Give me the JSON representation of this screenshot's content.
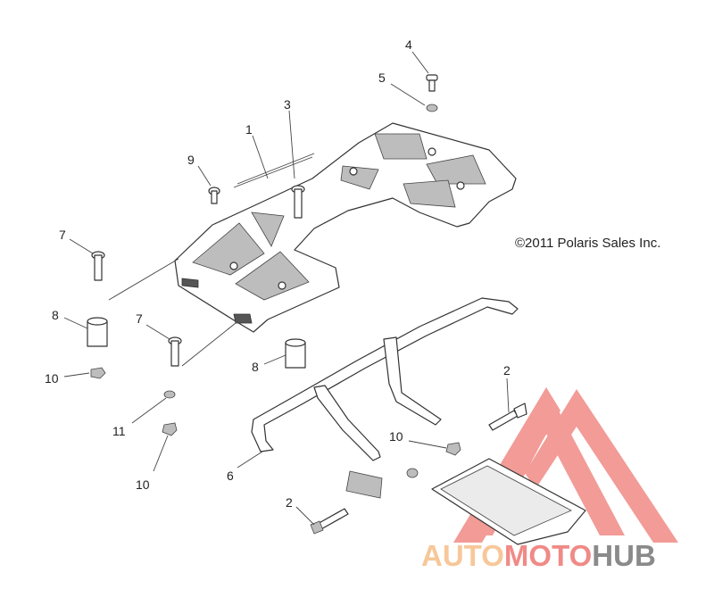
{
  "copyright": "©2011 Polaris Sales Inc.",
  "watermark": {
    "word_1": "AUTO",
    "word_2": "MOTO",
    "word_3": "HUB",
    "color_light": "#f7c79a",
    "color_red": "#f08a86",
    "color_gray": "#8a8a8a"
  },
  "callouts": {
    "c1": "1",
    "c2a": "2",
    "c2b": "2",
    "c3": "3",
    "c4": "4",
    "c5": "5",
    "c6": "6",
    "c7a": "7",
    "c7b": "7",
    "c8a": "8",
    "c8b": "8",
    "c9": "9",
    "c10a": "10",
    "c10b": "10",
    "c10c": "10",
    "c11": "11"
  }
}
